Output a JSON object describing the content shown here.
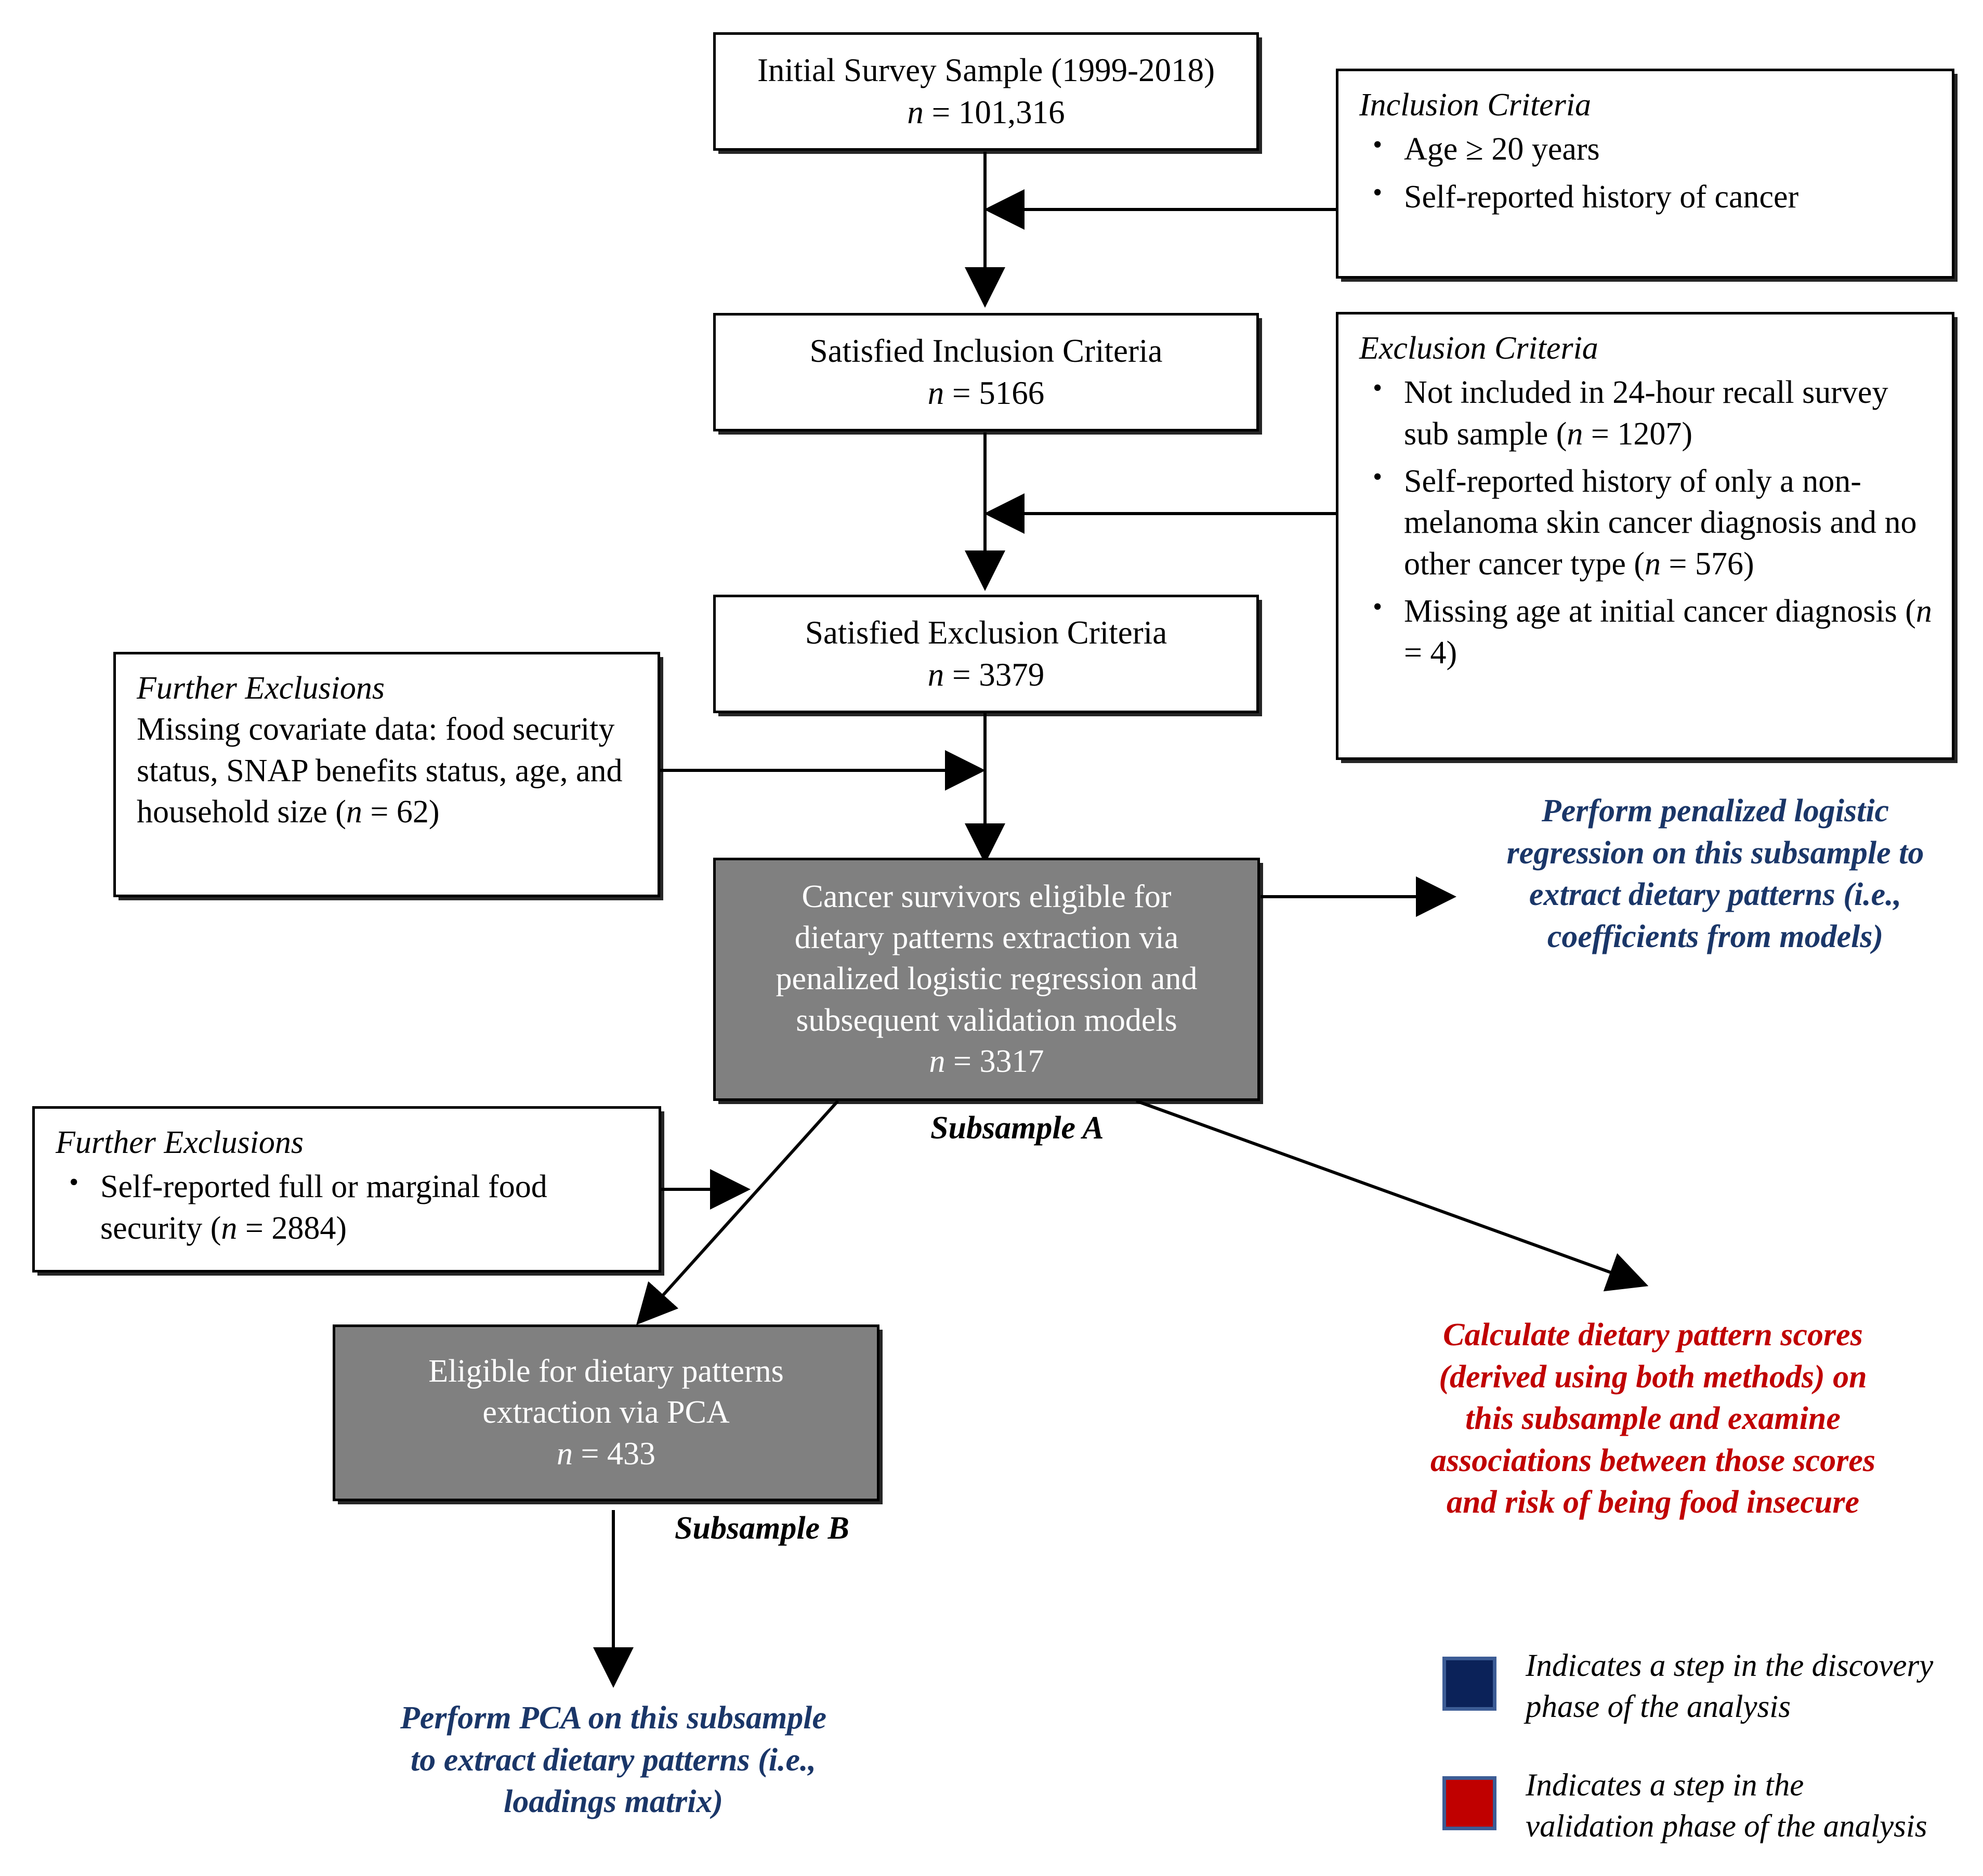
{
  "diagram": {
    "title": "Study sample selection flow diagram",
    "colors": {
      "discovery_blue": "#1A3668",
      "validation_red": "#C00000",
      "legend_blue_swatch": "#0B2259",
      "legend_red_swatch": "#C00000",
      "node_gray": "#808080",
      "node_border": "#000000"
    }
  },
  "nodes": {
    "initial_sample": {
      "line1": "Initial Survey Sample (1999-2018)",
      "line2_prefix": "n",
      "line2_value": " = 101,316"
    },
    "satisfied_inclusion": {
      "line1": "Satisfied Inclusion Criteria",
      "line2_prefix": "n",
      "line2_value": " = 5166"
    },
    "satisfied_exclusion": {
      "line1": "Satisfied Exclusion Criteria",
      "line2_prefix": "n",
      "line2_value": " = 3379"
    },
    "subsample_a": {
      "line1": "Cancer survivors eligible for",
      "line2": "dietary patterns extraction via",
      "line3": "penalized logistic regression and",
      "line4": "subsequent validation models",
      "line5_prefix": "n",
      "line5_value": " = 3317",
      "caption": "Subsample A"
    },
    "subsample_b": {
      "line1": "Eligible for dietary patterns",
      "line2": "extraction via PCA",
      "line3_prefix": "n",
      "line3_value": " = 433",
      "caption": "Subsample B"
    }
  },
  "criteria": {
    "inclusion": {
      "heading": "Inclusion Criteria",
      "bullets": [
        "Age ≥ 20 years",
        "Self-reported history of cancer"
      ]
    },
    "exclusion": {
      "heading": "Exclusion Criteria",
      "bullets": [
        "Not included in 24-hour recall survey sub sample (n = 1207)",
        "Self-reported history of only a non-melanoma skin cancer diagnosis and no other cancer type (n = 576)",
        "Missing age at initial cancer diagnosis (n  = 4)"
      ]
    },
    "further_exclusions_1": {
      "heading": "Further Exclusions",
      "body": "Missing covariate data: food security status, SNAP benefits status, age, and household size (n = 62)"
    },
    "further_exclusions_2": {
      "heading": "Further Exclusions",
      "bullets": [
        "Self-reported full or marginal food security (n = 2884)"
      ]
    }
  },
  "annotations": {
    "plr_note": {
      "color": "#1A3668",
      "lines": [
        "Perform penalized logistic",
        "regression on this subsample to",
        "extract dietary patterns (i.e.,",
        "coefficients from models)"
      ]
    },
    "scores_note": {
      "color": "#C00000",
      "lines": [
        "Calculate dietary pattern scores",
        "(derived using both methods) on",
        "this subsample and examine",
        "associations between those scores",
        "and risk of being food insecure"
      ]
    },
    "pca_note": {
      "color": "#1A3668",
      "lines": [
        "Perform PCA on this subsample",
        "to extract dietary patterns (i.e.,",
        "loadings matrix)"
      ]
    }
  },
  "legend": {
    "items": [
      {
        "swatch_color": "#0B2259",
        "line1": "Indicates a step in the discovery",
        "line2": "phase of the analysis"
      },
      {
        "swatch_color": "#C00000",
        "line1": "Indicates a step in the",
        "line2": "validation phase of the analysis"
      }
    ]
  }
}
